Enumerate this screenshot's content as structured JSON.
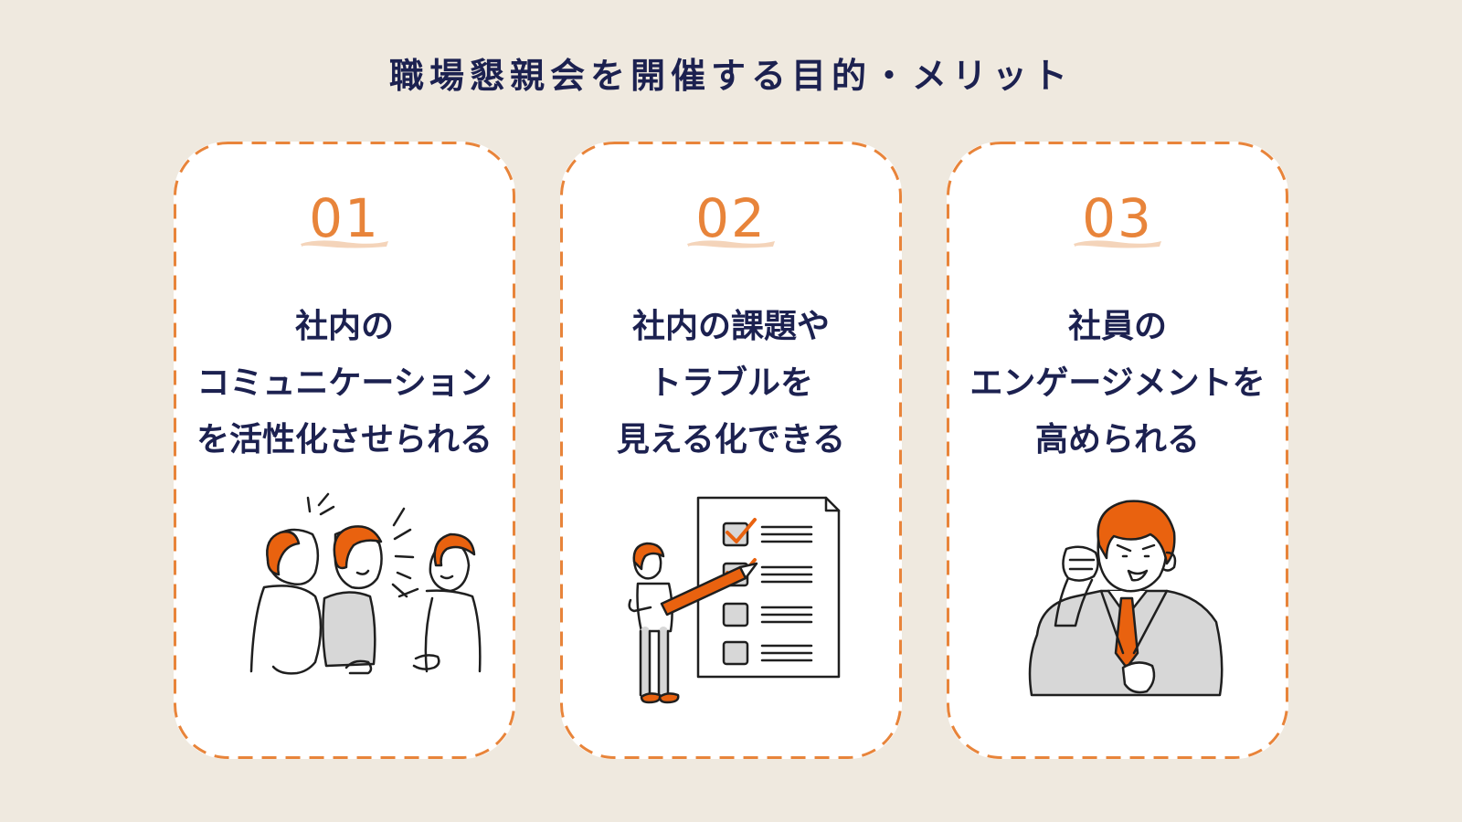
{
  "title": "職場懇親会を開催する目的・メリット",
  "colors": {
    "background": "#efe9df",
    "accent": "#e8843a",
    "heading": "#1c2150",
    "card": "#ffffff",
    "orange_fill": "#e9620f",
    "gray_fill": "#d7d7d7"
  },
  "cards": [
    {
      "number": "01",
      "heading_lines": [
        "社内の",
        "コミュニケーション",
        "を活性化させられる"
      ],
      "illustration": "people-talking"
    },
    {
      "number": "02",
      "heading_lines": [
        "社内の課題や",
        "トラブルを",
        "見える化できる"
      ],
      "illustration": "checklist-presenter"
    },
    {
      "number": "03",
      "heading_lines": [
        "社員の",
        "エンゲージメントを",
        "高められる"
      ],
      "illustration": "motivated-businessman"
    }
  ]
}
